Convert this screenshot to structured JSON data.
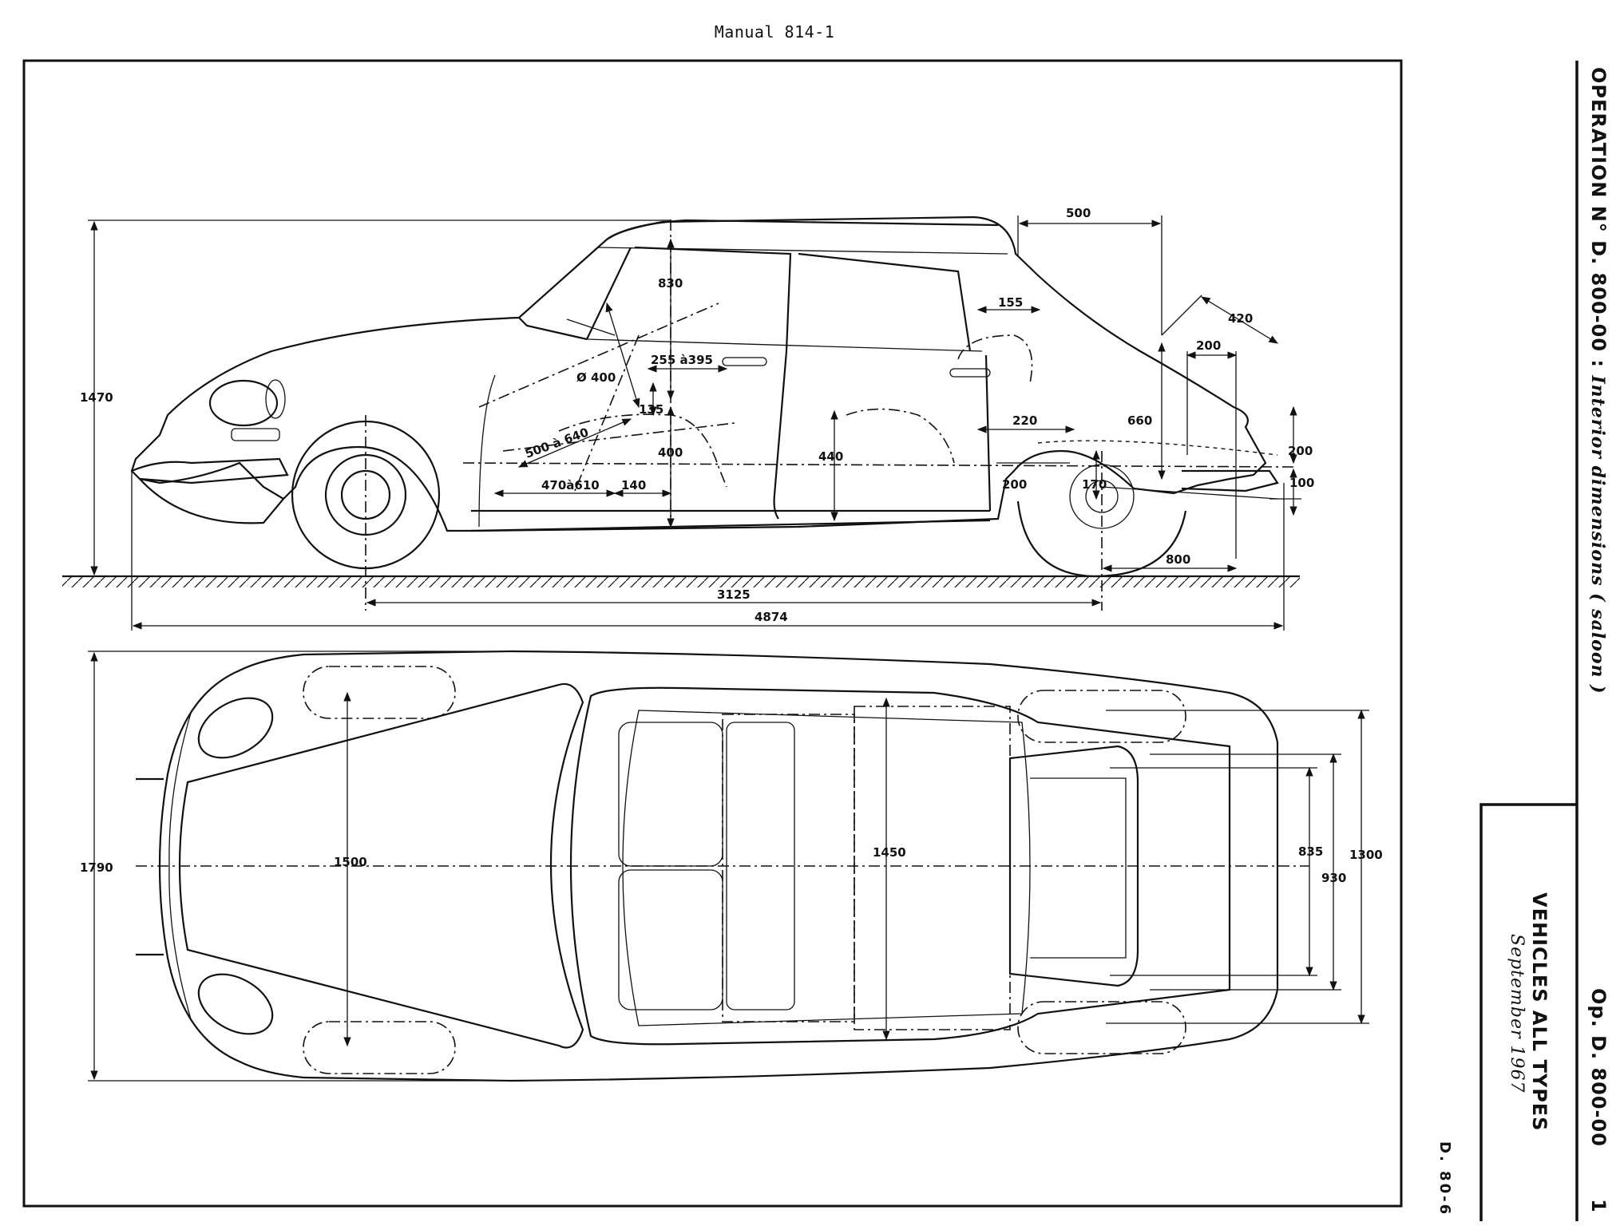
{
  "header": {
    "manual": "Manual 814-1"
  },
  "side_view_dims": {
    "overall_height": "1470",
    "rear_window": "500",
    "rear_headroom_offset": "155",
    "boot_angle_len": "420",
    "boot_top": "200",
    "front_headroom": "830",
    "steering_diam": "Ø 400",
    "pedal_range": "255 à395",
    "seat_rise": "135",
    "seat_back": "500 à 640",
    "front_seat_height": "400",
    "rear_seat_height": "440",
    "seat_travel": "470à610",
    "cushion_gap": "140",
    "rear_gap": "220",
    "rear_headroom": "660",
    "tail_top": "200",
    "tail_bottom": "100",
    "sill_front": "200",
    "wheel_clear": "170",
    "rear_overhang": "800",
    "wheelbase": "3125",
    "overall_length": "4874"
  },
  "plan_view_dims": {
    "overall_width": "1790",
    "front_track": "1500",
    "interior_width": "1450",
    "boot_inner": "835",
    "boot_mid": "930",
    "boot_outer": "1300"
  },
  "right_panel": {
    "operation_title": "OPERATION N° D. 800-00 :",
    "operation_subtitle": "Interior dimensions ( saloon )",
    "vehicles": "VEHICLES ALL TYPES",
    "date": "September 1967",
    "op_code": "Op. D. 800-00",
    "page_number": "1",
    "page_ref": "D. 80-6"
  }
}
